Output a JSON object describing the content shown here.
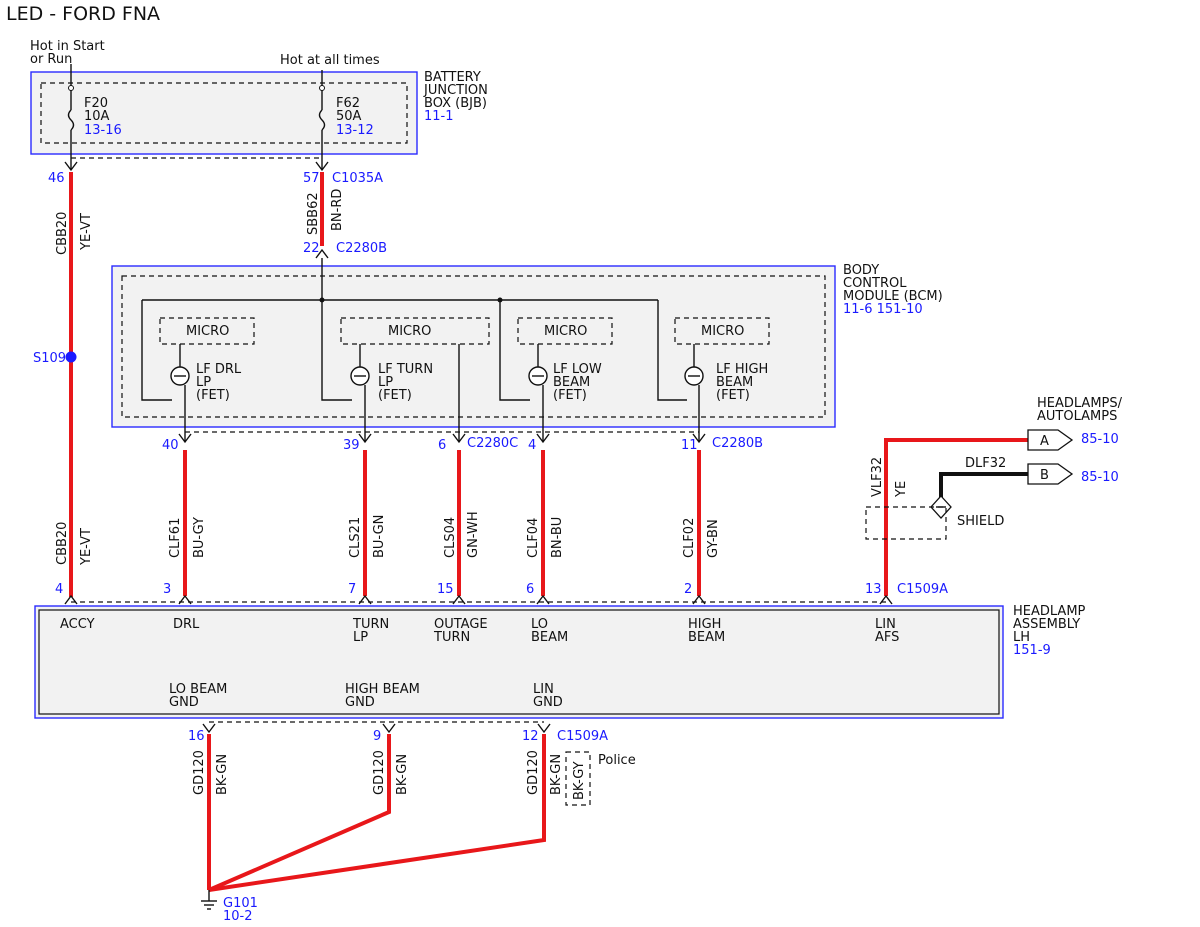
{
  "title": "LED - FORD FNA",
  "power": {
    "hot_start_run": [
      "Hot in Start",
      "or Run"
    ],
    "hot_all_times": "Hot at all times"
  },
  "bjb": {
    "label": [
      "BATTERY",
      "JUNCTION",
      "BOX (BJB)"
    ],
    "ref": "11-1",
    "fuse1": {
      "name": "F20",
      "rating": "10A",
      "ref": "13-16"
    },
    "fuse2": {
      "name": "F62",
      "rating": "50A",
      "ref": "13-12"
    },
    "pin_left": "46",
    "pin_right": "57",
    "connector": "C1035A"
  },
  "wires": {
    "cbb20": {
      "circuit": "CBB20",
      "color": "YE-VT"
    },
    "sbb62": {
      "circuit": "SBB62",
      "color": "BN-RD"
    },
    "clf61": {
      "circuit": "CLF61",
      "color": "BU-GY"
    },
    "cls21": {
      "circuit": "CLS21",
      "color": "BU-GN"
    },
    "cls04": {
      "circuit": "CLS04",
      "color": "GN-WH"
    },
    "clf04": {
      "circuit": "CLF04",
      "color": "BN-BU"
    },
    "clf02": {
      "circuit": "CLF02",
      "color": "GY-BN"
    },
    "vlf32": {
      "circuit": "VLF32",
      "color": "YE"
    },
    "dlf32": {
      "circuit": "DLF32"
    },
    "gd120": {
      "circuit": "GD120",
      "color": "BK-GN",
      "alt_color": "BK-GY",
      "alt_note": "Police"
    }
  },
  "splice": "S109",
  "bcm": {
    "label": [
      "BODY",
      "CONTROL",
      "MODULE (BCM)"
    ],
    "ref": "11-6  151-10",
    "input_pin": "22",
    "input_connector": "C2280B",
    "micro_label": "MICRO",
    "fets": [
      {
        "lines": [
          "LF DRL",
          "LP",
          "(FET)"
        ]
      },
      {
        "lines": [
          "LF TURN",
          "LP",
          "(FET)"
        ]
      },
      {
        "lines": [
          "LF LOW",
          "BEAM",
          "(FET)"
        ]
      },
      {
        "lines": [
          "LF HIGH",
          "BEAM",
          "(FET)"
        ]
      }
    ],
    "pins": [
      "40",
      "39",
      "6",
      "4",
      "11"
    ],
    "connector_c": "C2280C",
    "connector_b": "C2280B"
  },
  "offpage": {
    "title": [
      "HEADLAMPS/",
      "AUTOLAMPS"
    ],
    "a": {
      "letter": "A",
      "ref": "85-10"
    },
    "b": {
      "letter": "B",
      "ref": "85-10"
    },
    "shield": "SHIELD"
  },
  "headlamp": {
    "label": [
      "HEADLAMP",
      "ASSEMBLY",
      "LH"
    ],
    "ref": "151-9",
    "connector": "C1509A",
    "top_pins": [
      "4",
      "3",
      "7",
      "15",
      "6",
      "2",
      "13"
    ],
    "top_labels": [
      [
        "ACCY"
      ],
      [
        "DRL"
      ],
      [
        "TURN",
        "LP"
      ],
      [
        "OUTAGE",
        "TURN"
      ],
      [
        "LO",
        "BEAM"
      ],
      [
        "HIGH",
        "BEAM"
      ],
      [
        "LIN",
        "AFS"
      ]
    ],
    "bottom_labels": [
      [
        "LO BEAM",
        "GND"
      ],
      [
        "HIGH BEAM",
        "GND"
      ],
      [
        "LIN",
        "GND"
      ]
    ],
    "bottom_pins": [
      "16",
      "9",
      "12"
    ]
  },
  "ground": {
    "name": "G101",
    "ref": "10-2"
  }
}
